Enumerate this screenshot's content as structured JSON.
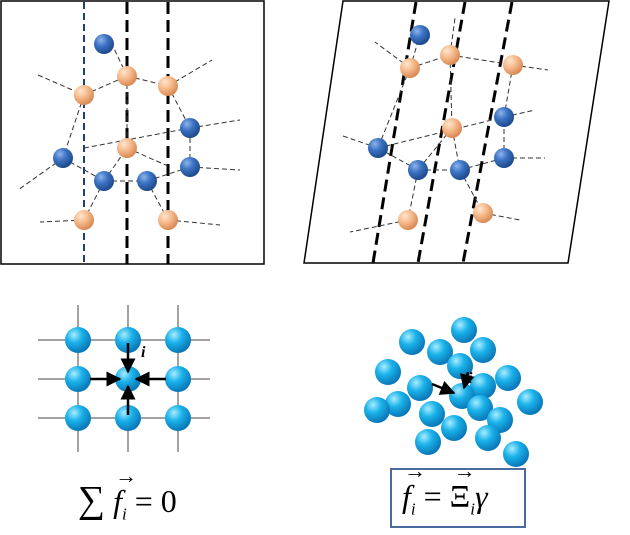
{
  "equations": {
    "left": {
      "sum": "∑",
      "f": "f",
      "sub": "i",
      "rest": " = 0"
    },
    "right": {
      "f": "f",
      "sub": "i",
      "eq": " = ",
      "xi": "Ξ",
      "xisub": "i",
      "gamma": "γ"
    }
  },
  "labels": {
    "i_left": "i",
    "i_right": "i"
  },
  "colors": {
    "blue": "#3d74c4",
    "orange": "#f5b98a",
    "cyan": "#1ab2ea",
    "dashed_blue": "#1f3f7a"
  }
}
